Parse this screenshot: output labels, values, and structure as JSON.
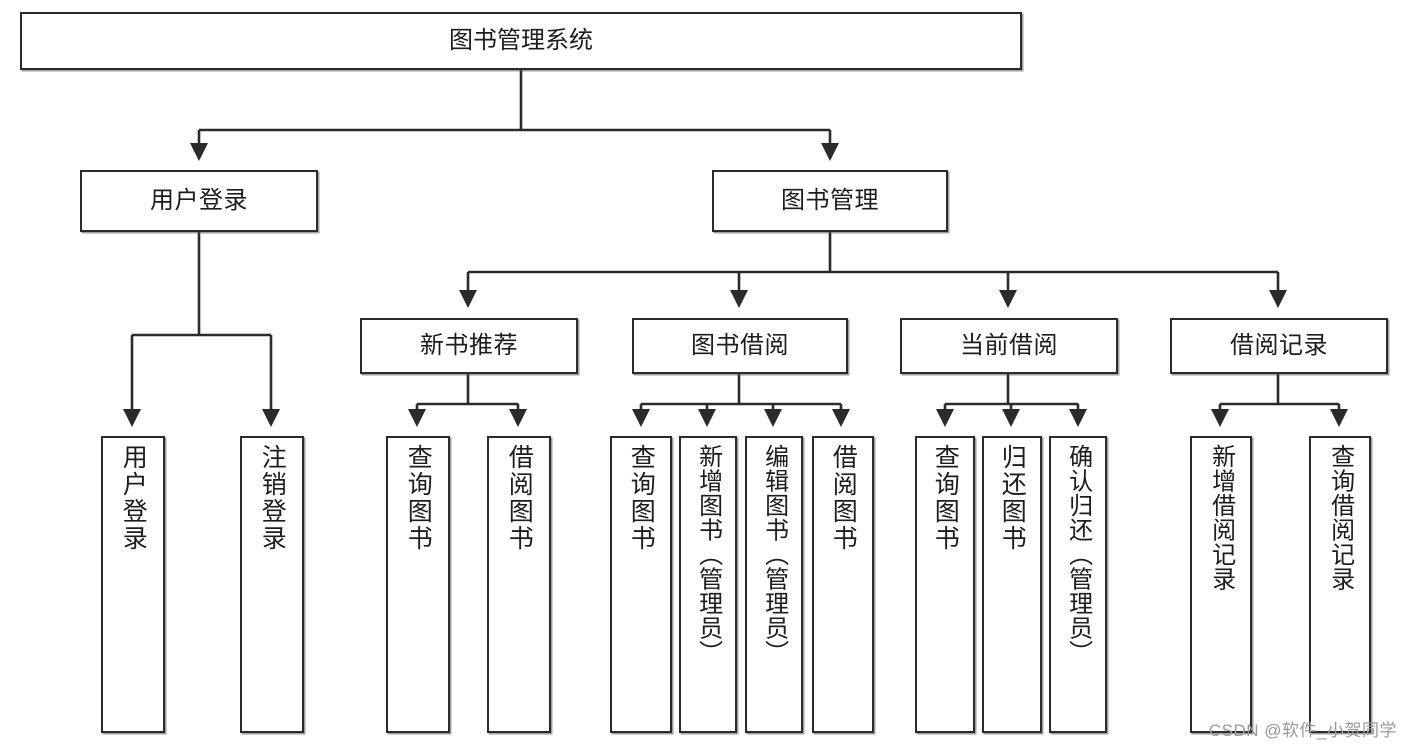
{
  "diagram": {
    "title": "图书管理系统",
    "type": "tree-hierarchy-diagram",
    "colors": {
      "box_border": "#2b2b2b",
      "box_fill": "#ffffff",
      "connector": "#2b2b2b",
      "text": "#1d1d1d",
      "watermark": "#9a9a9a"
    },
    "root": {
      "label": "图书管理系统"
    },
    "level2": [
      {
        "label": "用户登录"
      },
      {
        "label": "图书管理"
      }
    ],
    "level3": [
      {
        "label": "新书推荐"
      },
      {
        "label": "图书借阅"
      },
      {
        "label": "当前借阅"
      },
      {
        "label": "借阅记录"
      }
    ],
    "leaves": {
      "user_login": [
        {
          "label": "用户登录"
        },
        {
          "label": "注销登录"
        }
      ],
      "new_book_recommend": [
        {
          "label": "查询图书"
        },
        {
          "label": "借阅图书"
        }
      ],
      "book_borrow": [
        {
          "label": "查询图书"
        },
        {
          "label": "新增图书（管理员）"
        },
        {
          "label": "编辑图书（管理员）"
        },
        {
          "label": "借阅图书"
        }
      ],
      "current_borrow": [
        {
          "label": "查询图书"
        },
        {
          "label": "归还图书"
        },
        {
          "label": "确认归还（管理员）"
        }
      ],
      "borrow_record": [
        {
          "label": "新增借阅记录"
        },
        {
          "label": "查询借阅记录"
        }
      ]
    },
    "watermark": "CSDN @软件_小贺同学"
  }
}
